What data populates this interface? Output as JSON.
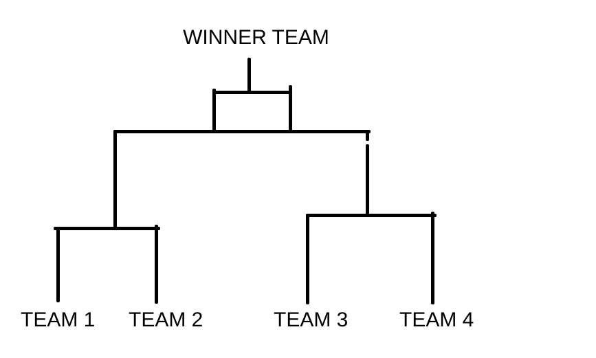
{
  "diagram": {
    "type": "tournament-bracket",
    "title": "WINNER TEAM",
    "rounds": {
      "final_children": [
        "semifinal-1-winner",
        "semifinal-2-winner"
      ],
      "semifinal_1_children": [
        "TEAM 1",
        "TEAM 2"
      ],
      "semifinal_2_children": [
        "TEAM 3",
        "TEAM 4"
      ]
    },
    "teams": [
      {
        "label": "TEAM 1"
      },
      {
        "label": "TEAM 2"
      },
      {
        "label": "TEAM 3"
      },
      {
        "label": "TEAM 4"
      }
    ],
    "colors": {
      "line": "#000000",
      "text": "#000000",
      "background": "#ffffff"
    }
  }
}
